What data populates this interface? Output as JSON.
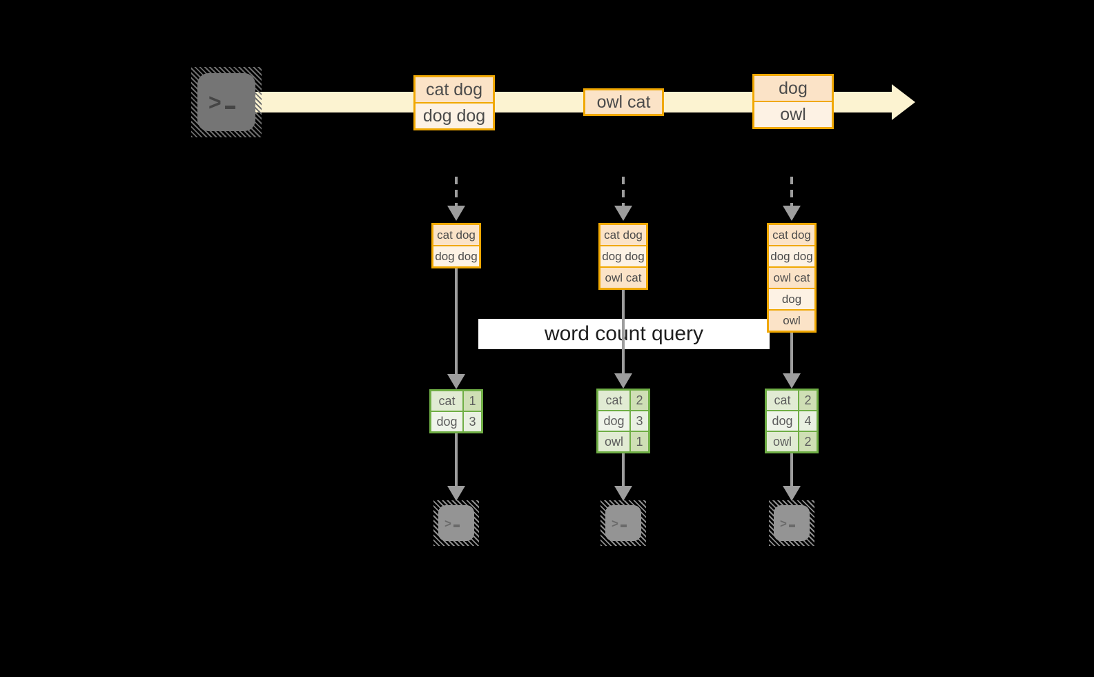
{
  "diagram": {
    "query_label": "word count query",
    "prompt_glyph": ">",
    "stream": {
      "events": [
        {
          "lines": [
            "cat dog",
            "dog dog"
          ]
        },
        {
          "lines": [
            "owl cat"
          ]
        },
        {
          "lines": [
            "dog",
            "owl"
          ]
        }
      ]
    },
    "batches": [
      {
        "input": [
          "cat dog",
          "dog dog"
        ],
        "counts": [
          {
            "word": "cat",
            "count": "1"
          },
          {
            "word": "dog",
            "count": "3"
          }
        ]
      },
      {
        "input": [
          "cat dog",
          "dog dog",
          "owl cat"
        ],
        "counts": [
          {
            "word": "cat",
            "count": "2"
          },
          {
            "word": "dog",
            "count": "3"
          },
          {
            "word": "owl",
            "count": "1"
          }
        ]
      },
      {
        "input": [
          "cat dog",
          "dog dog",
          "owl cat",
          "dog",
          "owl"
        ],
        "counts": [
          {
            "word": "cat",
            "count": "2"
          },
          {
            "word": "dog",
            "count": "4"
          },
          {
            "word": "owl",
            "count": "2"
          }
        ]
      }
    ],
    "colors": {
      "background": "#000000",
      "stream_band": "#fcf3d1",
      "orange_border": "#f0a802",
      "cell_peach": "#fbe3c7",
      "cell_cream": "#fdf2e4",
      "green_border": "#6fae45",
      "green_label_odd": "#e1ebd3",
      "green_count_odd": "#cfdfb5",
      "green_label_even": "#eff4ea",
      "green_count_even": "#e9f0e1",
      "arrow_gray": "#9d9d9d",
      "terminal_gray": "#757575",
      "terminal_gray_light": "#949494",
      "query_box_bg": "#ffffff",
      "text_dark": "#4b4b4b"
    }
  }
}
